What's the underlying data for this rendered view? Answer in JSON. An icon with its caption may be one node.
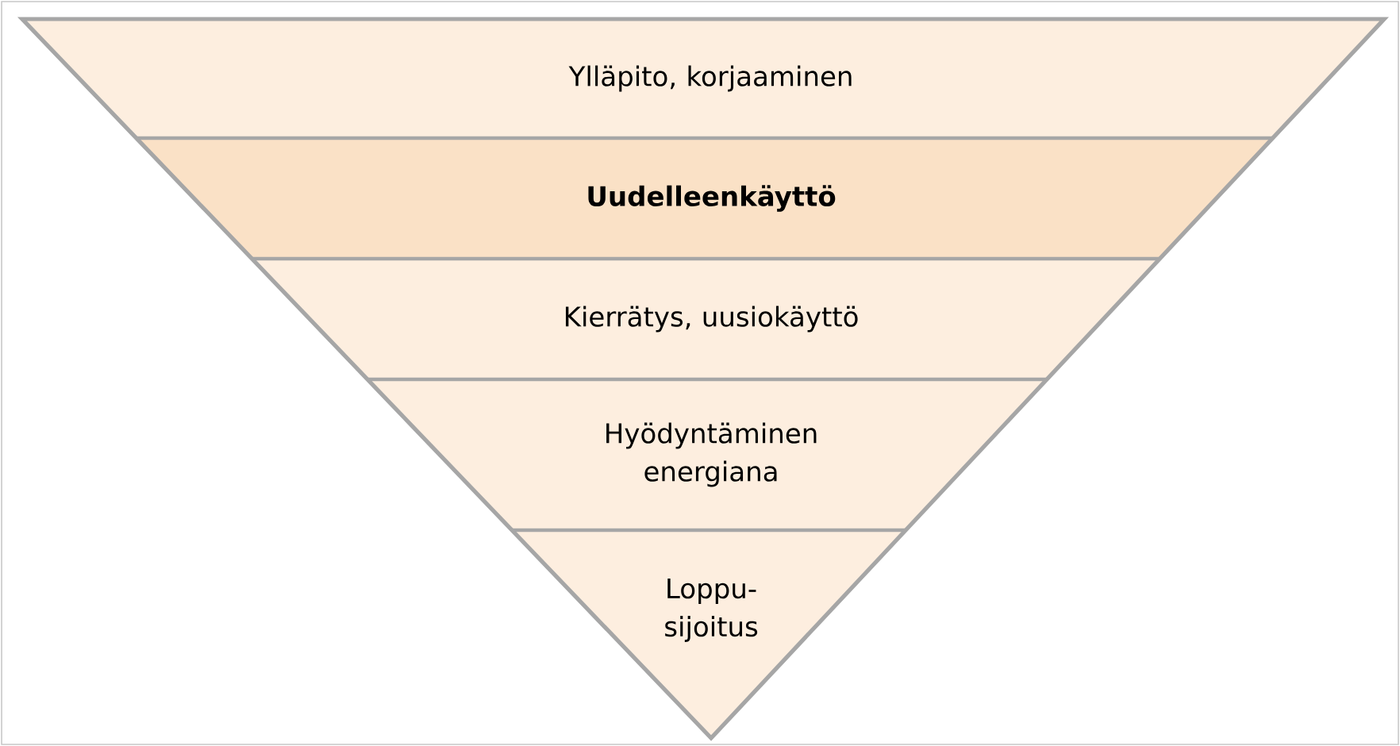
{
  "diagram": {
    "nodes": [
      {
        "text": [
          "Ylläpito, korjaaminen"
        ]
      },
      {
        "text": [
          "Uudelleenkäyttö"
        ]
      },
      {
        "text": [
          "Kierrätys, uusiokäyttö"
        ]
      },
      {
        "text": [
          "Hyödyntäminen energiana"
        ]
      },
      {
        "text": [
          "Loppu-sijoitus"
        ]
      }
    ]
  }
}
